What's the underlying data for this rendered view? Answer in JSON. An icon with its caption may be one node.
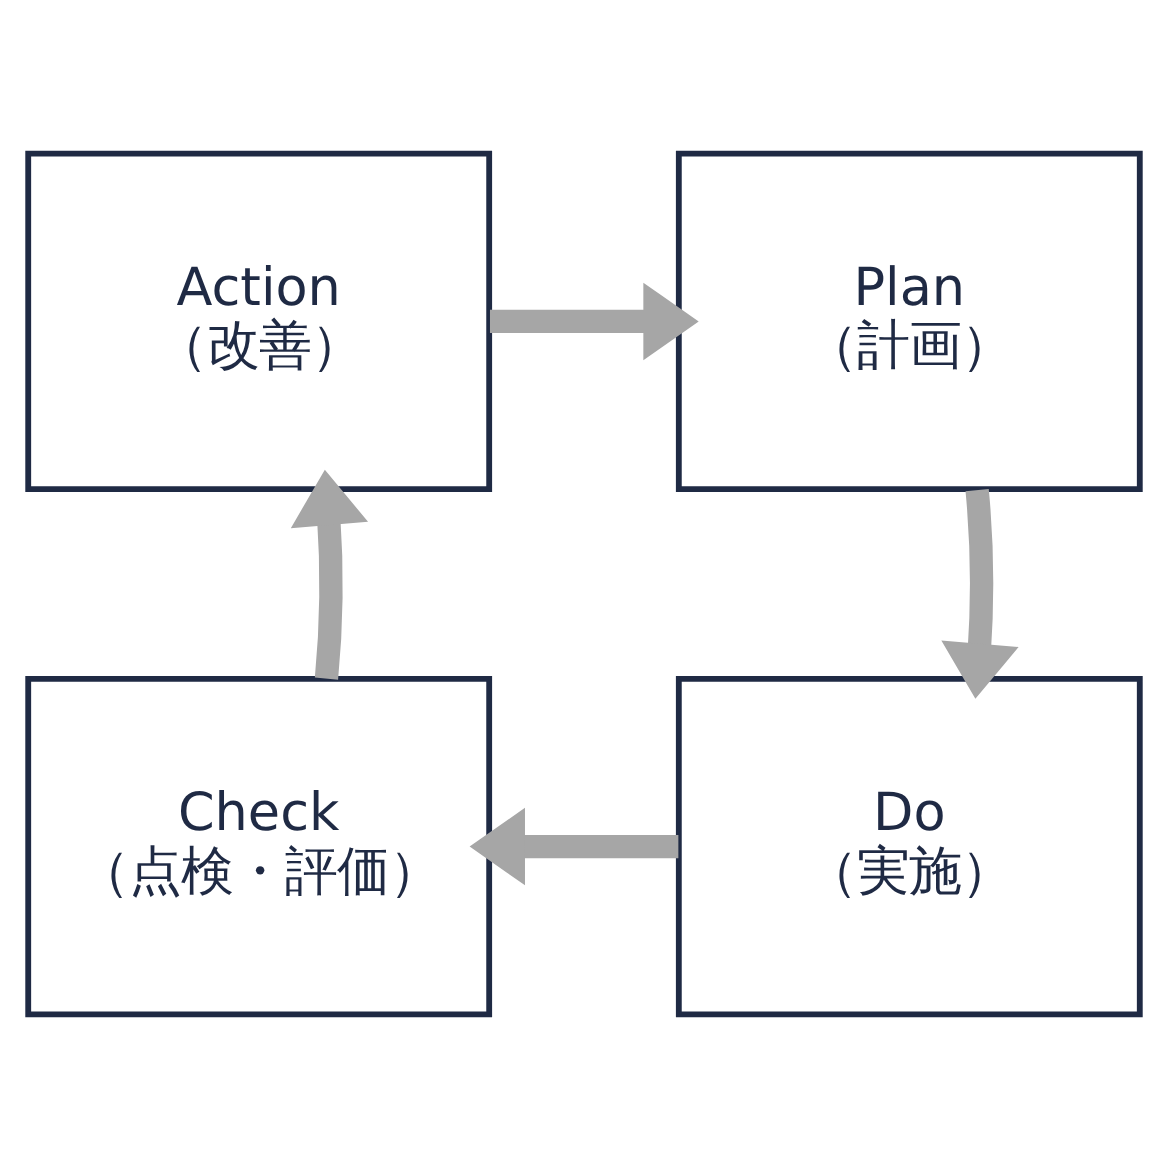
{
  "diagram": {
    "nodes": [
      {
        "text": [
          "Action",
          "（改善）"
        ]
      },
      {
        "text": [
          "Plan",
          "（計画）"
        ]
      },
      {
        "text": [
          "Check",
          "（点検・評価）"
        ]
      },
      {
        "text": [
          "Do",
          "（実施）"
        ]
      }
    ],
    "edges": [
      {
        "from": 1,
        "to": 3,
        "arrow": "to"
      },
      {
        "from": 3,
        "to": 2,
        "arrow": "to"
      },
      {
        "from": 2,
        "to": 0,
        "arrow": "to"
      },
      {
        "from": 0,
        "to": 1,
        "arrow": "to"
      }
    ]
  }
}
